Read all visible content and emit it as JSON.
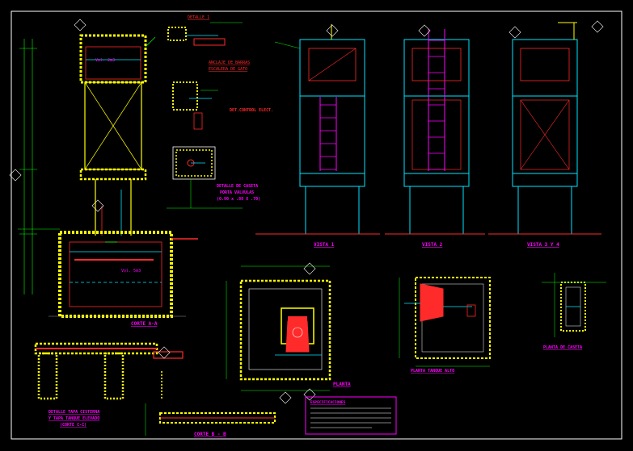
{
  "colors": {
    "background": "#000000",
    "frame": "#ffffff",
    "structure": "#ffff00",
    "dimension": "#00ff00",
    "title": "#ff00ff",
    "red": "#ff2a2a",
    "cyan": "#00e5ff",
    "blue": "#3355ff",
    "grey": "#9a9a9a"
  },
  "labels": {
    "detalle1": "DETALLE 1",
    "anclaje_line1": "ANCLAJE DE BARRAS",
    "anclaje_line2": "ESCALERA DE GATO",
    "det_control": "DET.CONTROL ELECT.",
    "caseta_line1": "DETALLE DE CASETA",
    "caseta_line2": "PORTA VALVULAS",
    "caseta_line3": "(0.90 x .80 X .70)",
    "vol_upper": "Vol. 2m3",
    "vol_lower": "Vol. 5m3",
    "corte_aa": "CORTE A-A",
    "tapa_line1": "DETALLE TAPA CISTERNA",
    "tapa_line2": "Y TAPA TANQUE ELEVADO",
    "tapa_line3": "(CORTE C-C)",
    "corte_bb": "CORTE B - B",
    "vista1": "VISTA 1",
    "vista2": "VISTA 2",
    "vista34": "VISTA 3 Y 4",
    "planta": "PLANTA",
    "planta_tanque": "PLANTA TANQUE ALTO",
    "planta_caseta": "PLANTA DE CASETA",
    "specs_title": "ESPECIFICACIONES"
  }
}
